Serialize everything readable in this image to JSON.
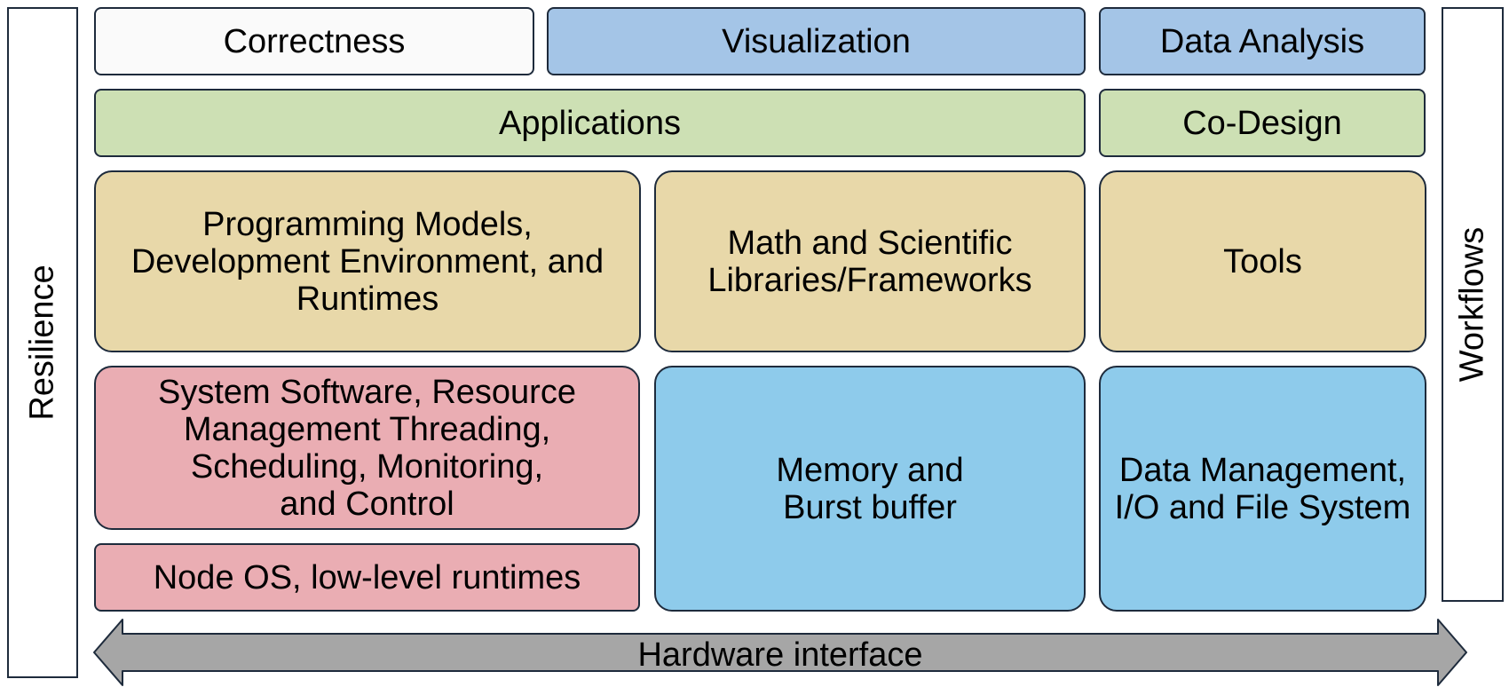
{
  "side_bars": {
    "left": "Resilience",
    "right": "Workflows"
  },
  "top_row": {
    "correctness": "Correctness",
    "visualization": "Visualization",
    "data_analysis": "Data Analysis"
  },
  "second_row": {
    "applications": "Applications",
    "co_design": "Co-Design"
  },
  "third_row": {
    "programming_models": "Programming Models,\nDevelopment Environment, and\nRuntimes",
    "math_libraries": "Math and Scientific\nLibraries/Frameworks",
    "tools": "Tools"
  },
  "lower_rows": {
    "system_software": "System Software, Resource\nManagement Threading,\nScheduling, Monitoring,\nand Control",
    "node_os": "Node OS, low-level runtimes",
    "memory": "Memory and\nBurst buffer",
    "data_management": "Data Management,\nI/O and File System"
  },
  "bottom": {
    "hardware_interface": "Hardware interface"
  },
  "colors": {
    "white_box": "#fafafa",
    "steel_blue_box": "#a4c5e7",
    "green_box": "#cde0b4",
    "tan_box": "#e8d8a9",
    "pink_box": "#eaadb3",
    "sky_blue_box": "#8ecbeb",
    "arrow_fill": "#a6a6a6",
    "border": "#1e2b3c"
  }
}
